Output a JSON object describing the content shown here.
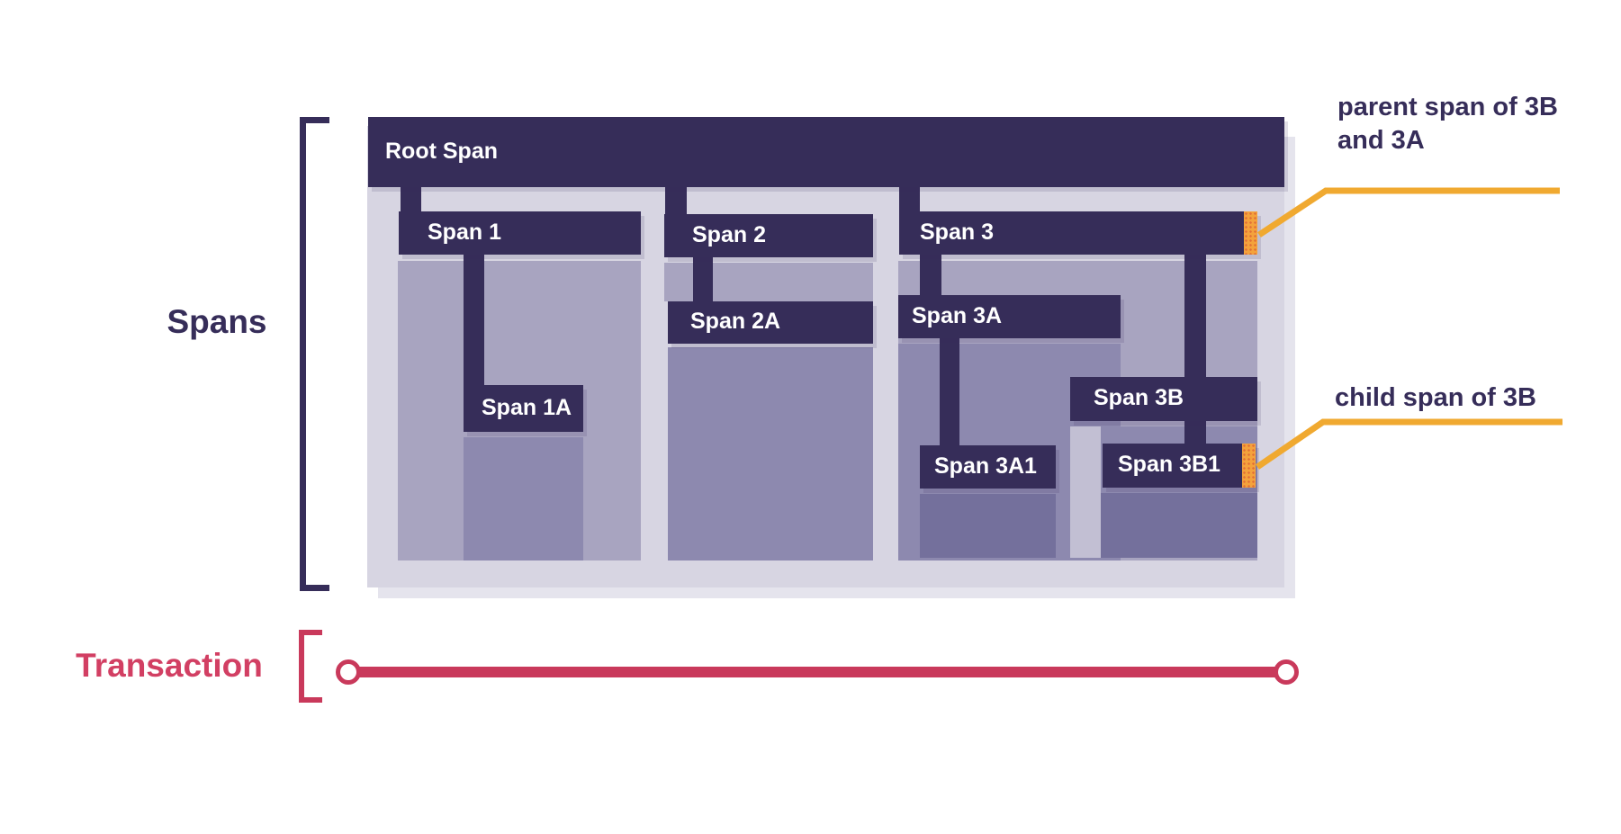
{
  "labels": {
    "spans": "Spans",
    "transaction": "Transaction"
  },
  "spans": {
    "root": {
      "label": "Root Span",
      "children": [
        "Span 1",
        "Span 2",
        "Span 3"
      ]
    },
    "span1": {
      "label": "Span 1",
      "children": [
        "Span 1A"
      ]
    },
    "span1a": {
      "label": "Span 1A",
      "children": []
    },
    "span2": {
      "label": "Span 2",
      "children": [
        "Span 2A"
      ]
    },
    "span2a": {
      "label": "Span 2A",
      "children": []
    },
    "span3": {
      "label": "Span 3",
      "children": [
        "Span 3A",
        "Span 3B"
      ]
    },
    "span3a": {
      "label": "Span 3A",
      "children": [
        "Span 3A1"
      ]
    },
    "span3a1": {
      "label": "Span 3A1",
      "children": []
    },
    "span3b": {
      "label": "Span 3B",
      "children": [
        "Span 3B1"
      ]
    },
    "span3b1": {
      "label": "Span 3B1",
      "children": []
    }
  },
  "annotations": {
    "parent": "parent span of 3B and 3A",
    "child": "child span of 3B"
  },
  "colors": {
    "navy": "#362D59",
    "lavender": "#D7D5E2",
    "fill_level1": "#A8A4C0",
    "fill_level2": "#8D89AF",
    "fill_level3": "#74709C",
    "fill_light_strip": "#C2BFD3",
    "gold_line": "#F0A930",
    "orange_marker": "#F4A23C",
    "red": "#C9395B",
    "red_text": "#D23F63",
    "bar_text": "#FFFFFF"
  }
}
